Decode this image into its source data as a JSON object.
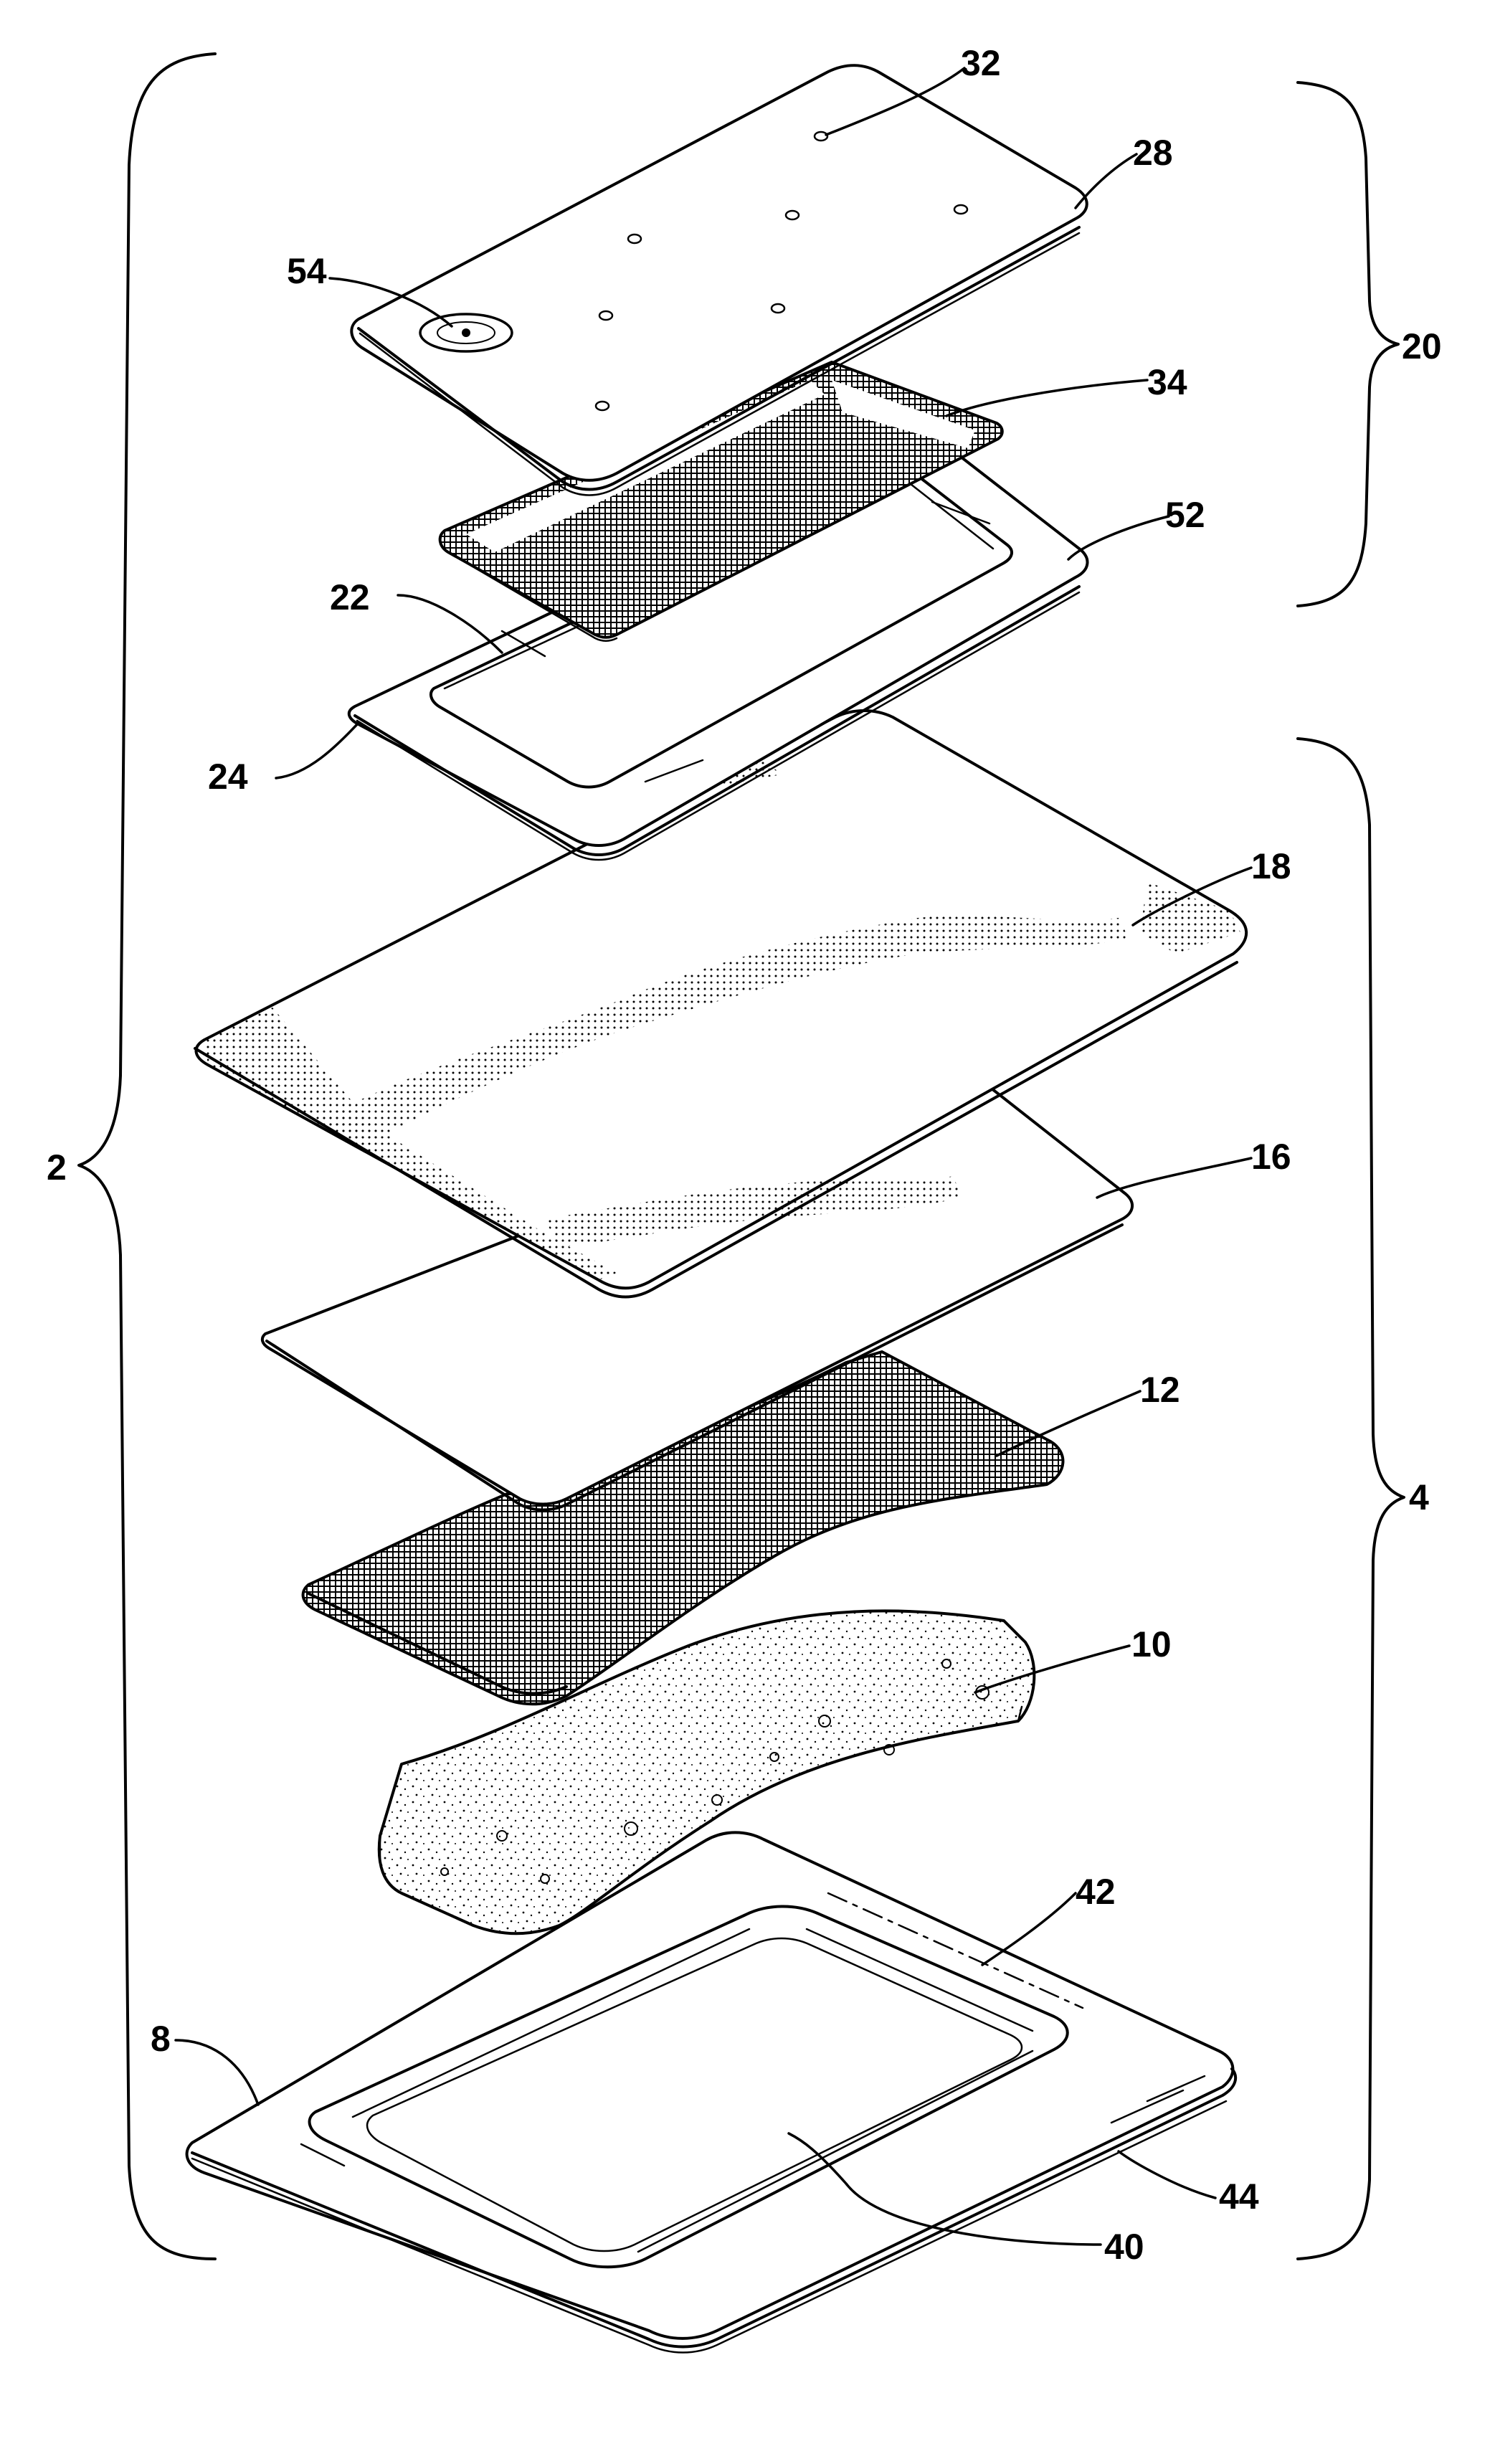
{
  "labels": {
    "ref_2": "2",
    "ref_4": "4",
    "ref_8": "8",
    "ref_10": "10",
    "ref_12": "12",
    "ref_16": "16",
    "ref_18": "18",
    "ref_20": "20",
    "ref_22": "22",
    "ref_24": "24",
    "ref_28": "28",
    "ref_32": "32",
    "ref_34": "34",
    "ref_40": "40",
    "ref_42": "42",
    "ref_44": "44",
    "ref_52": "52",
    "ref_54": "54"
  }
}
